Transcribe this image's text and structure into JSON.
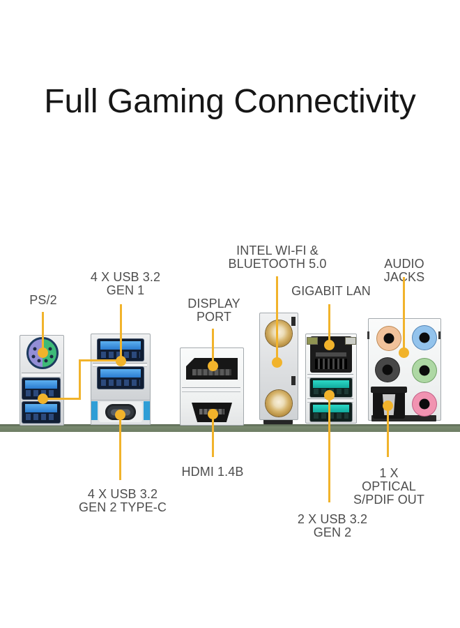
{
  "title": "Full Gaming Connectivity",
  "callouts": {
    "ps2": {
      "label": "PS/2"
    },
    "usb_gen1": {
      "label": "4 X USB 3.2\nGEN 1"
    },
    "display_port": {
      "label": "DISPLAY\nPORT"
    },
    "wifi_bt": {
      "label": "INTEL WI-FI &\nBLUETOOTH 5.0"
    },
    "gigabit_lan": {
      "label": "GIGABIT LAN"
    },
    "audio_jacks": {
      "label": "AUDIO JACKS"
    },
    "hdmi": {
      "label": "HDMI 1.4B"
    },
    "usb_type_c": {
      "label": "4 X USB 3.2\nGEN 2 TYPE-C"
    },
    "usb_gen2": {
      "label": "2 X USB 3.2\nGEN 2"
    },
    "optical_spdif": {
      "label": "1 X OPTICAL\nS/PDIF OUT"
    }
  },
  "colors": {
    "accent_gold": "#F1B32B",
    "label_text": "#4D4D4D",
    "usb3_blue": "#2B7CD0",
    "usb_gen2_teal": "#17C0B0",
    "usb_c_blue": "#2F9ED6",
    "pcb_green": "#70805F",
    "ps2_purple": "#938DD6",
    "ps2_green": "#3EBA78",
    "antenna_gold": "#D6B46C",
    "audio_orange": "#F1C29B",
    "audio_light_blue": "#93C3EC",
    "audio_black": "#474747",
    "audio_green": "#AED8A4",
    "audio_pink": "#F193B1"
  }
}
